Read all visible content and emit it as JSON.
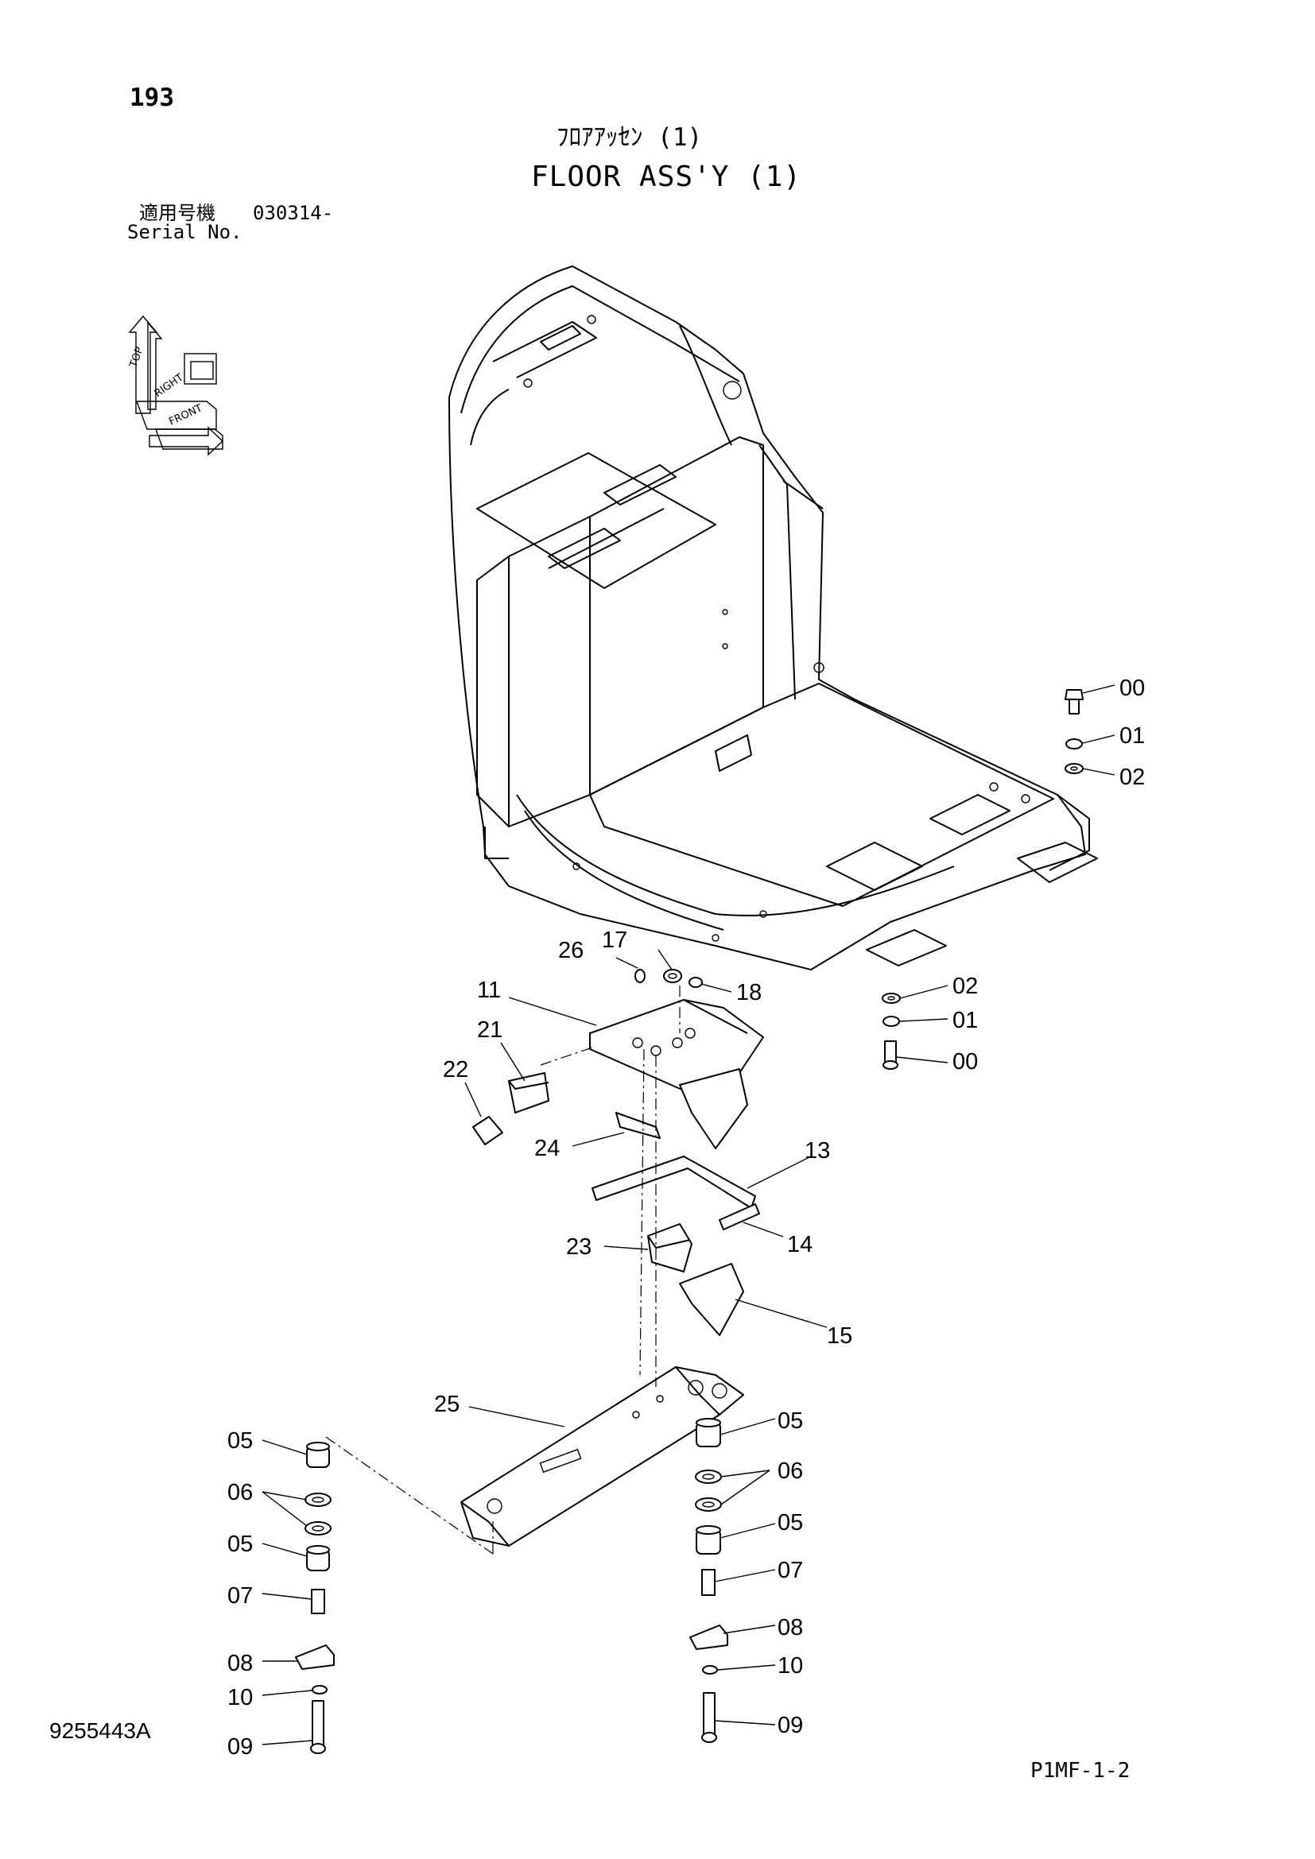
{
  "header": {
    "page_number": "193",
    "title_jp": "ﾌﾛｱｱｯｾﾝ (1)",
    "title_en": "FLOOR ASS'Y (1)",
    "serial_label_jp": "適用号機",
    "serial_value": "030314-",
    "serial_label_en": "Serial No."
  },
  "orientation_icon": {
    "labels": [
      "TOP",
      "RIGHT",
      "FRONT"
    ]
  },
  "callouts": {
    "c00a": "00",
    "c01a": "01",
    "c02a": "02",
    "c02b": "02",
    "c01b": "01",
    "c00b": "00",
    "c26": "26",
    "c17": "17",
    "c18": "18",
    "c11": "11",
    "c21": "21",
    "c22": "22",
    "c24": "24",
    "c13": "13",
    "c14": "14",
    "c23": "23",
    "c15": "15",
    "c25": "25",
    "l05a": "05",
    "l06": "06",
    "l05b": "05",
    "l07": "07",
    "l08": "08",
    "l10": "10",
    "l09": "09",
    "r05a": "05",
    "r06": "06",
    "r05b": "05",
    "r07": "07",
    "r08": "08",
    "r10": "10",
    "r09": "09"
  },
  "footer": {
    "doc_number": "9255443A",
    "page_code": "P1MF-1-2"
  }
}
